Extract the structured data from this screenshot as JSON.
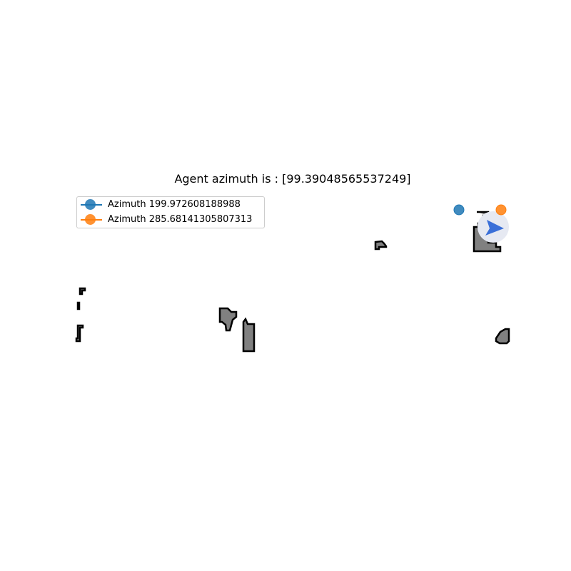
{
  "title": "Agent azimuth is : [99.39048565537249]",
  "legend": {
    "entries": [
      {
        "label": "Azimuth 199.972608188988",
        "color": "#1f77b4"
      },
      {
        "label": "Azimuth 285.68141305807313",
        "color": "#ff7f0e"
      }
    ]
  },
  "agent": {
    "icon": "arrow-icon",
    "color": "#3a6fd8",
    "halo_color": "#e6e9f2",
    "azimuth": 99.39048565537249
  },
  "map": {
    "obstacle_fill": "#808080",
    "obstacle_outline": "#000000"
  }
}
